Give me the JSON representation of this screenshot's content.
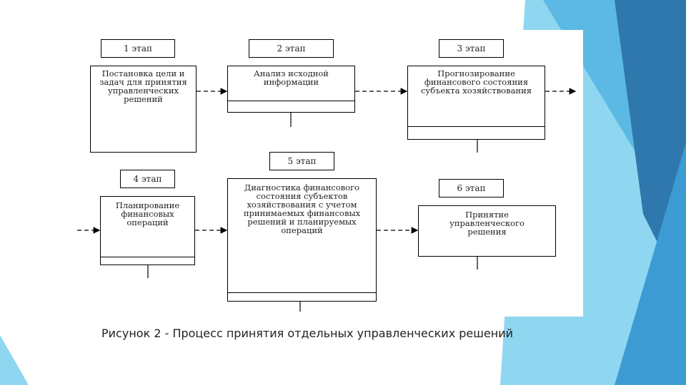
{
  "stages": [
    {
      "label": "1 этап",
      "text": "Постановка цели и задач для принятия управленческих решений"
    },
    {
      "label": "2 этап",
      "text": "Анализ исходной информации"
    },
    {
      "label": "3 этап",
      "text": "Прогнозирование финансового состояния субъекта хозяйствования"
    },
    {
      "label": "4 этап",
      "text": "Планирование финансовых операций"
    },
    {
      "label": "5 этап",
      "text": "Диагностика финансового состояния субъектов хозяйствования с учетом принимаемых финансовых решений и планируемых операций"
    },
    {
      "label": "6 этап",
      "text": "Принятие управленческого решения"
    }
  ],
  "caption": "Рисунок 2 - Процесс принятия отдельных управленческих решений",
  "colors": {
    "accent_light": "#7fd0ef",
    "accent_mid": "#3fa6d8",
    "accent_dark": "#2a6f9f"
  }
}
